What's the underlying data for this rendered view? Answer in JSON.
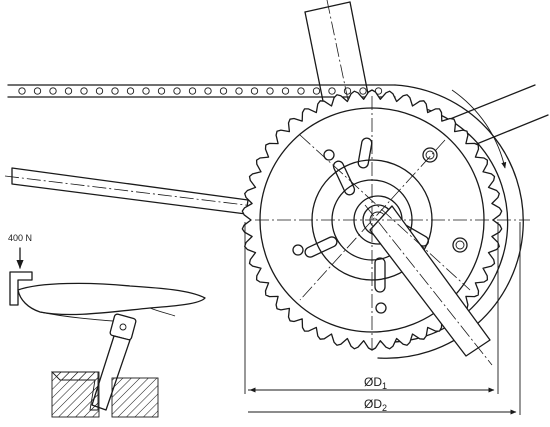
{
  "labels": {
    "load": "400 N",
    "d1_prefix": "ØD",
    "d1_sub": "1",
    "d2_prefix": "ØD",
    "d2_sub": "2"
  }
}
